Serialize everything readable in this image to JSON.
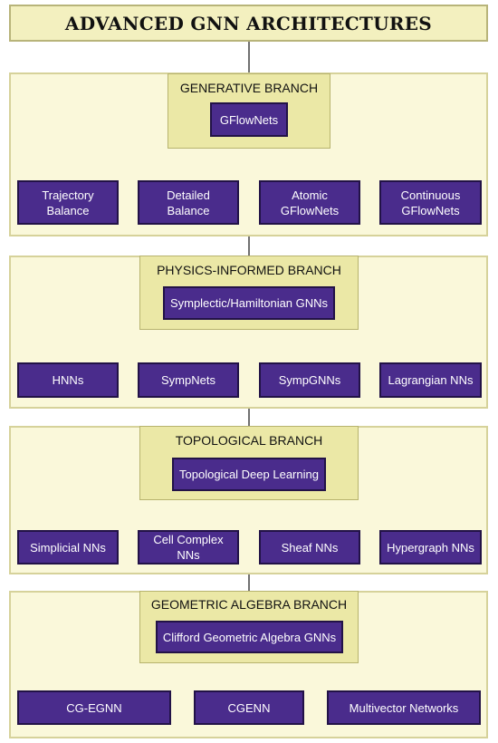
{
  "title": "ADVANCED GNN ARCHITECTURES",
  "branches": [
    {
      "header": "GENERATIVE BRANCH",
      "root": "GFlowNets",
      "children": [
        "Trajectory\nBalance",
        "Detailed\nBalance",
        "Atomic\nGFlowNets",
        "Continuous\nGFlowNets"
      ]
    },
    {
      "header": "PHYSICS-INFORMED BRANCH",
      "root": "Symplectic/Hamiltonian GNNs",
      "children": [
        "HNNs",
        "SympNets",
        "SympGNNs",
        "Lagrangian NNs"
      ]
    },
    {
      "header": "TOPOLOGICAL BRANCH",
      "root": "Topological Deep Learning",
      "children": [
        "Simplicial NNs",
        "Cell Complex NNs",
        "Sheaf NNs",
        "Hypergraph NNs"
      ]
    },
    {
      "header": "GEOMETRIC ALGEBRA BRANCH",
      "root": "Clifford Geometric Algebra GNNs",
      "children": [
        "CG-EGNN",
        "CGENN",
        "Multivector Networks"
      ]
    }
  ],
  "colors": {
    "node_fill": "#4a2c8c",
    "panel_fill": "#faf8da",
    "header_fill": "#ebe8a6"
  }
}
